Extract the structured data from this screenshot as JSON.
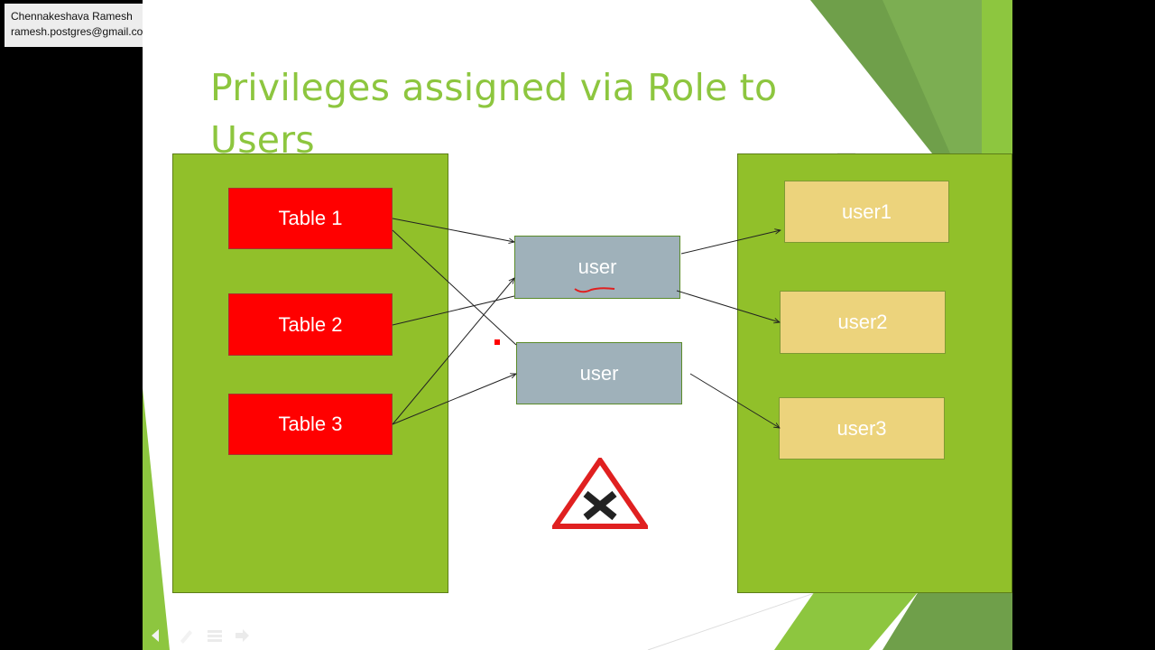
{
  "author": {
    "name": "Chennakeshava Ramesh",
    "email": "ramesh.postgres@gmail.com"
  },
  "slide": {
    "title": "Privileges assigned via Role to Users",
    "tables": [
      {
        "label": "Table 1"
      },
      {
        "label": "Table 2"
      },
      {
        "label": "Table 3"
      }
    ],
    "roles": [
      {
        "label": "user"
      },
      {
        "label": "user"
      }
    ],
    "users": [
      {
        "label": "user1"
      },
      {
        "label": "user2"
      },
      {
        "label": "user3"
      }
    ]
  },
  "colors": {
    "title": "#8dc63f",
    "panel": "#91c02a",
    "table_box": "#ff0000",
    "role_box": "#9fb1ba",
    "user_box": "#ecd37c"
  },
  "icons": [
    "warning-cross-sign-icon",
    "previous-icon",
    "pen-icon",
    "menu-icon",
    "next-icon"
  ]
}
